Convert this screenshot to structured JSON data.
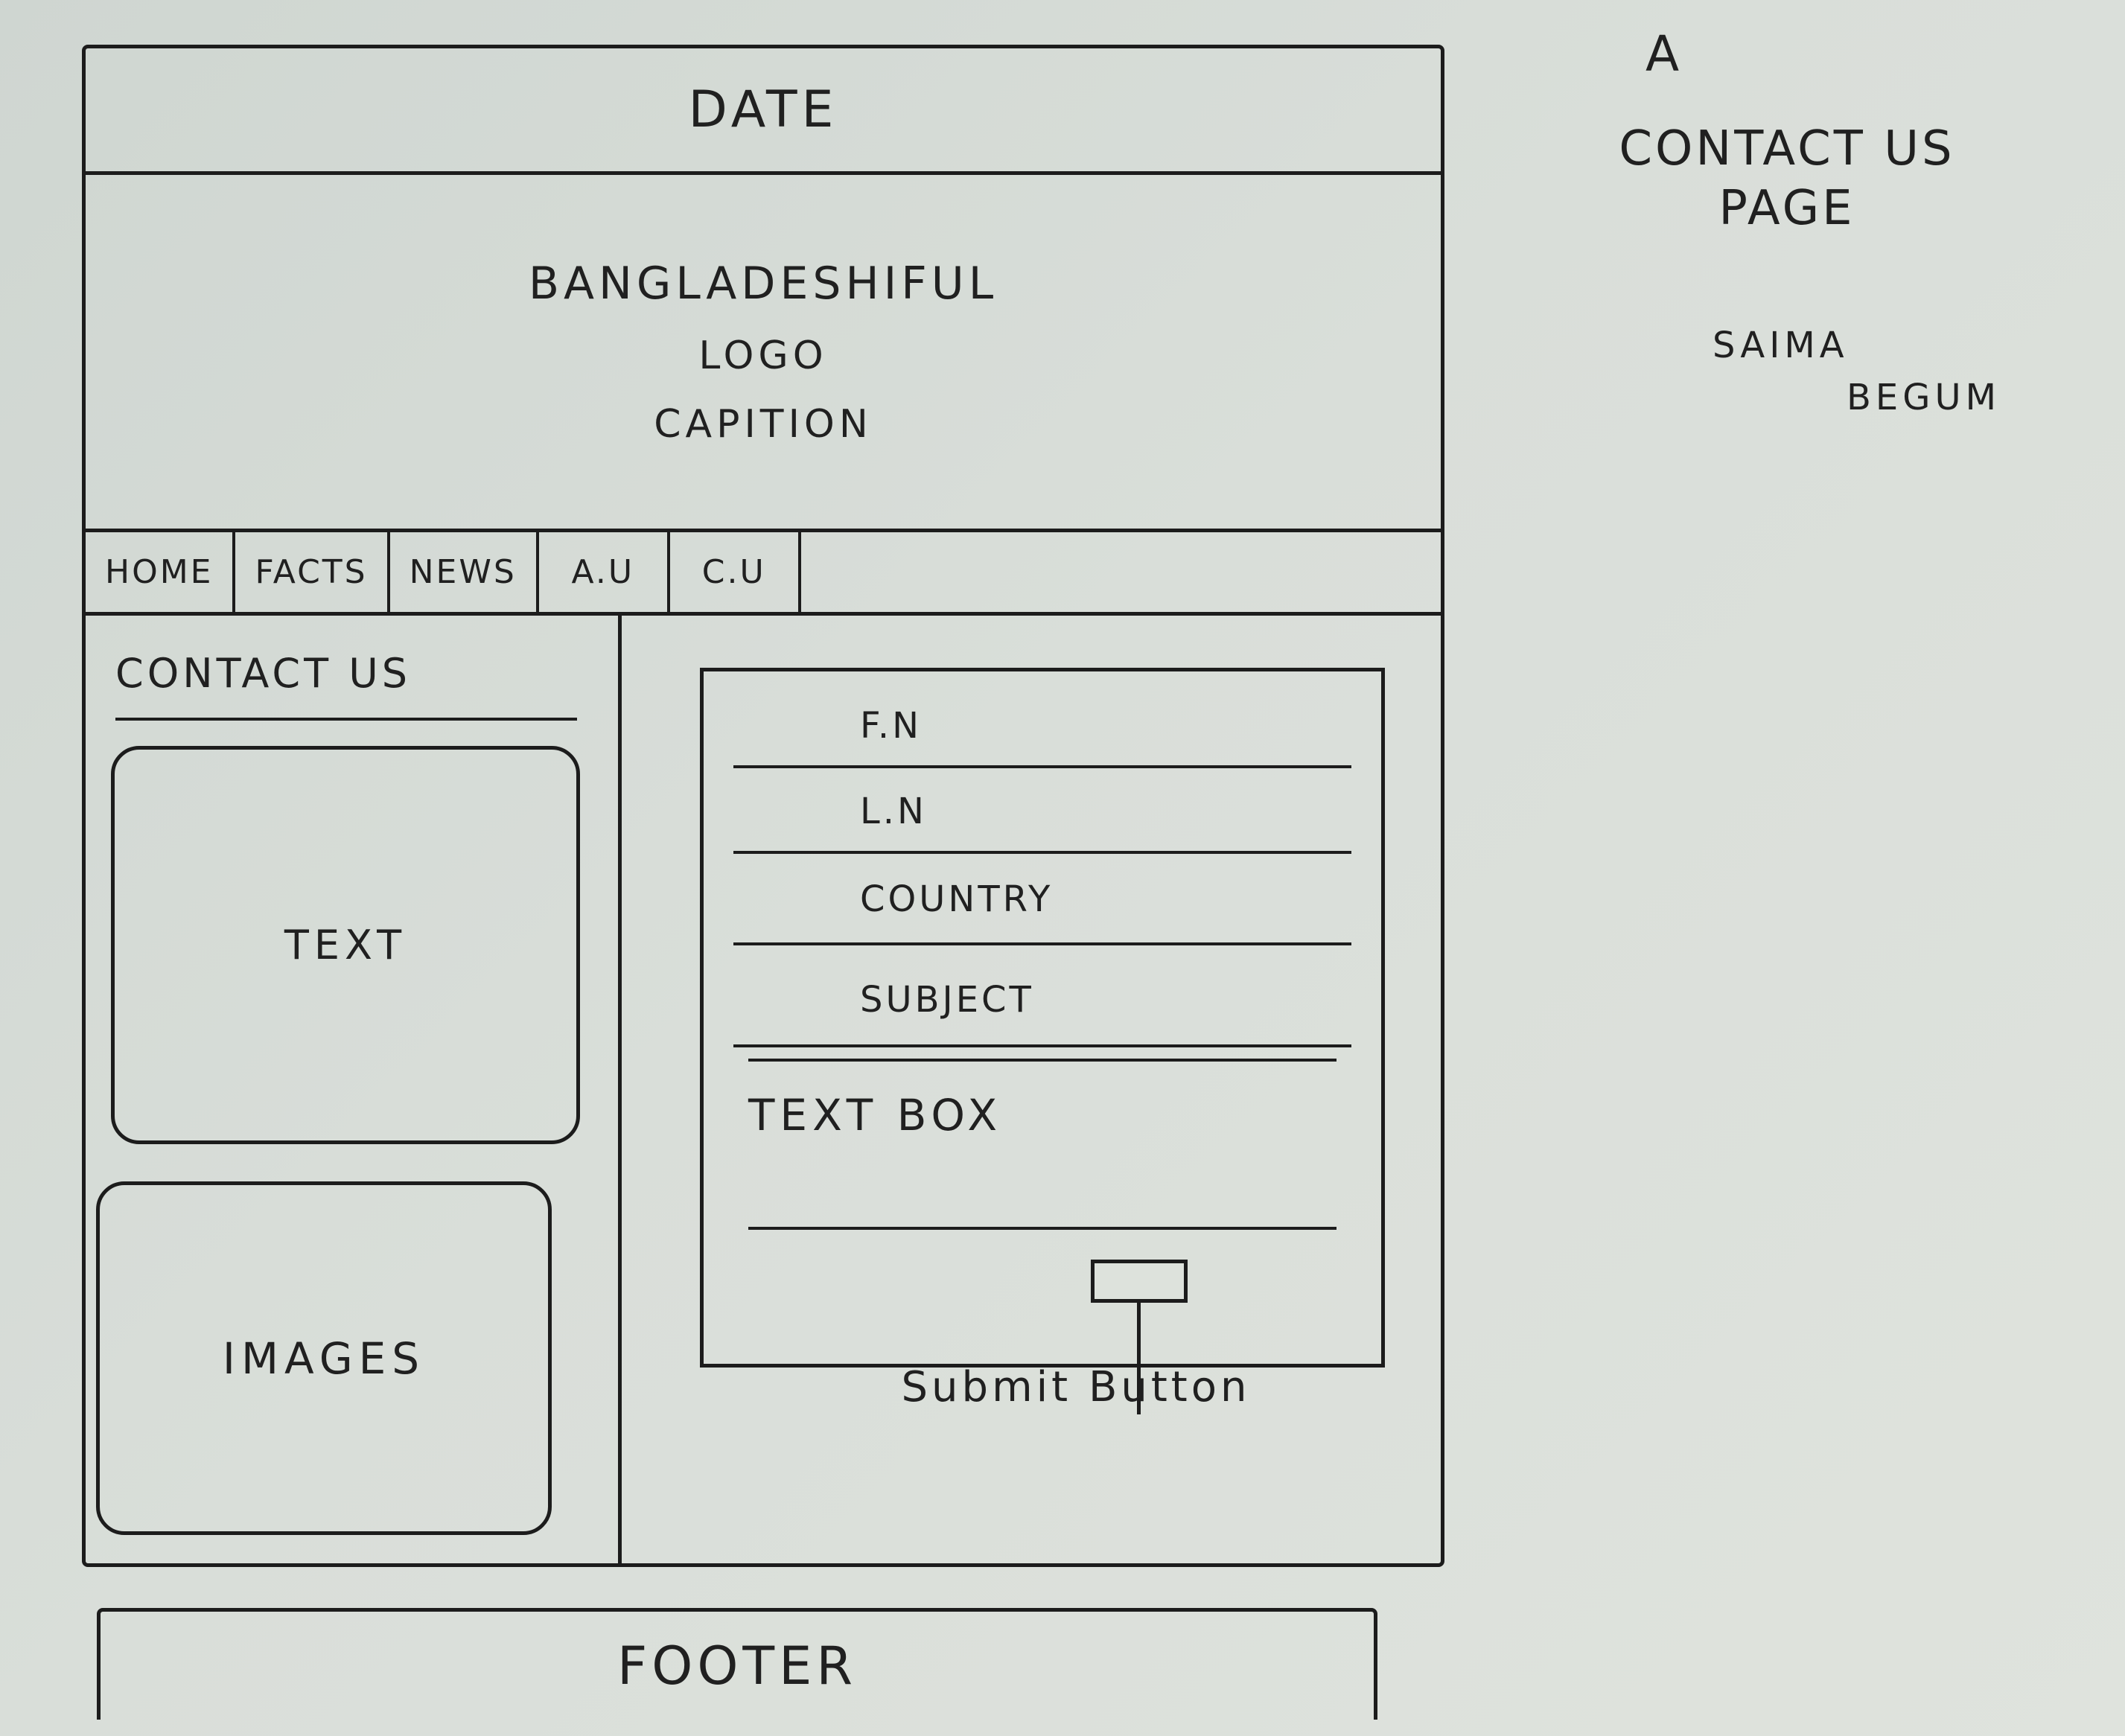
{
  "wireframe": {
    "date": "DATE",
    "header": {
      "brand": "BANGLADESHIFUL",
      "logo": "LOGO",
      "caption": "CAPITION"
    },
    "navigation": [
      {
        "label": "HOME"
      },
      {
        "label": "FACTS"
      },
      {
        "label": "NEWS"
      },
      {
        "label": "A.U"
      },
      {
        "label": "C.U"
      }
    ],
    "sidebar": {
      "heading": "CONTACT US",
      "text_box": "TEXT",
      "images_box": "IMAGES"
    },
    "contact_form": {
      "fields": [
        {
          "label": "F.N"
        },
        {
          "label": "L.N"
        },
        {
          "label": "COUNTRY"
        },
        {
          "label": "SUBJECT"
        }
      ],
      "text_box": "TEXT BOX",
      "submit_control": "",
      "submit_label": "Submit Button"
    },
    "footer": "FOOTER"
  },
  "side_notes": {
    "symbol": "A",
    "title_line_1": "CONTACT US",
    "title_line_2": "PAGE",
    "author_line_1": "SAIMA",
    "author_line_2": "BEGUM"
  },
  "colors": {
    "paper": "#dfe3dd",
    "ink": "#1c1c1c"
  }
}
